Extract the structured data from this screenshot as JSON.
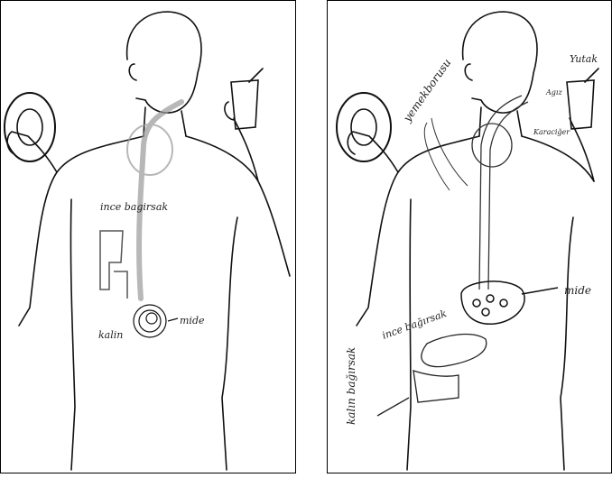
{
  "left_drawing": {
    "labels": {
      "small_intestine": "ince bagirsak",
      "large_intestine": "kalin",
      "stomach": "mide"
    }
  },
  "right_drawing": {
    "labels": {
      "esophagus": "yemekborusu",
      "mouth": "Agız",
      "liver": "Yutak",
      "throat": "Karaciğer",
      "stomach": "mide",
      "small_intestine": "ince bağırsak",
      "large_intestine": "kalın bağırsak"
    }
  },
  "colors": {
    "ink": "#111111",
    "paper": "#ffffff",
    "pencil": "#9a9a9a"
  }
}
